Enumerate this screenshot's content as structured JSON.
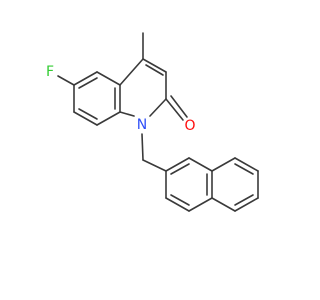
{
  "molecule": {
    "atoms": {
      "fluorine": {
        "symbol": "F",
        "color": "#33cc33"
      },
      "nitrogen": {
        "symbol": "N",
        "color": "#3050f8"
      },
      "oxygen": {
        "symbol": "O",
        "color": "#ff0d0d"
      }
    },
    "bond_color": "#3a3a3a",
    "background": "#ffffff"
  }
}
